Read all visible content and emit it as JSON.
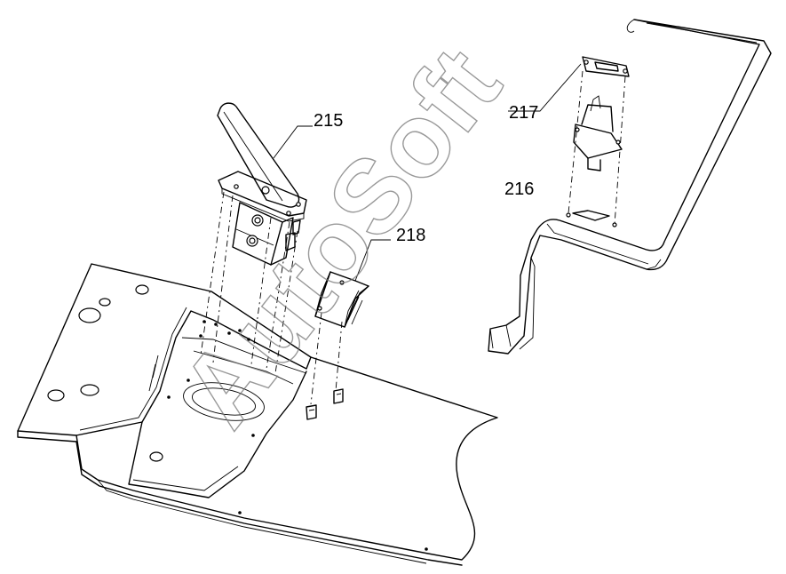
{
  "callouts": {
    "c215": "215",
    "c216": "216",
    "c217": "217",
    "c218": "218"
  },
  "watermark": {
    "text": "AutoSoft"
  },
  "colors": {
    "line": "#000000",
    "background": "#ffffff",
    "watermark": "#777777"
  }
}
